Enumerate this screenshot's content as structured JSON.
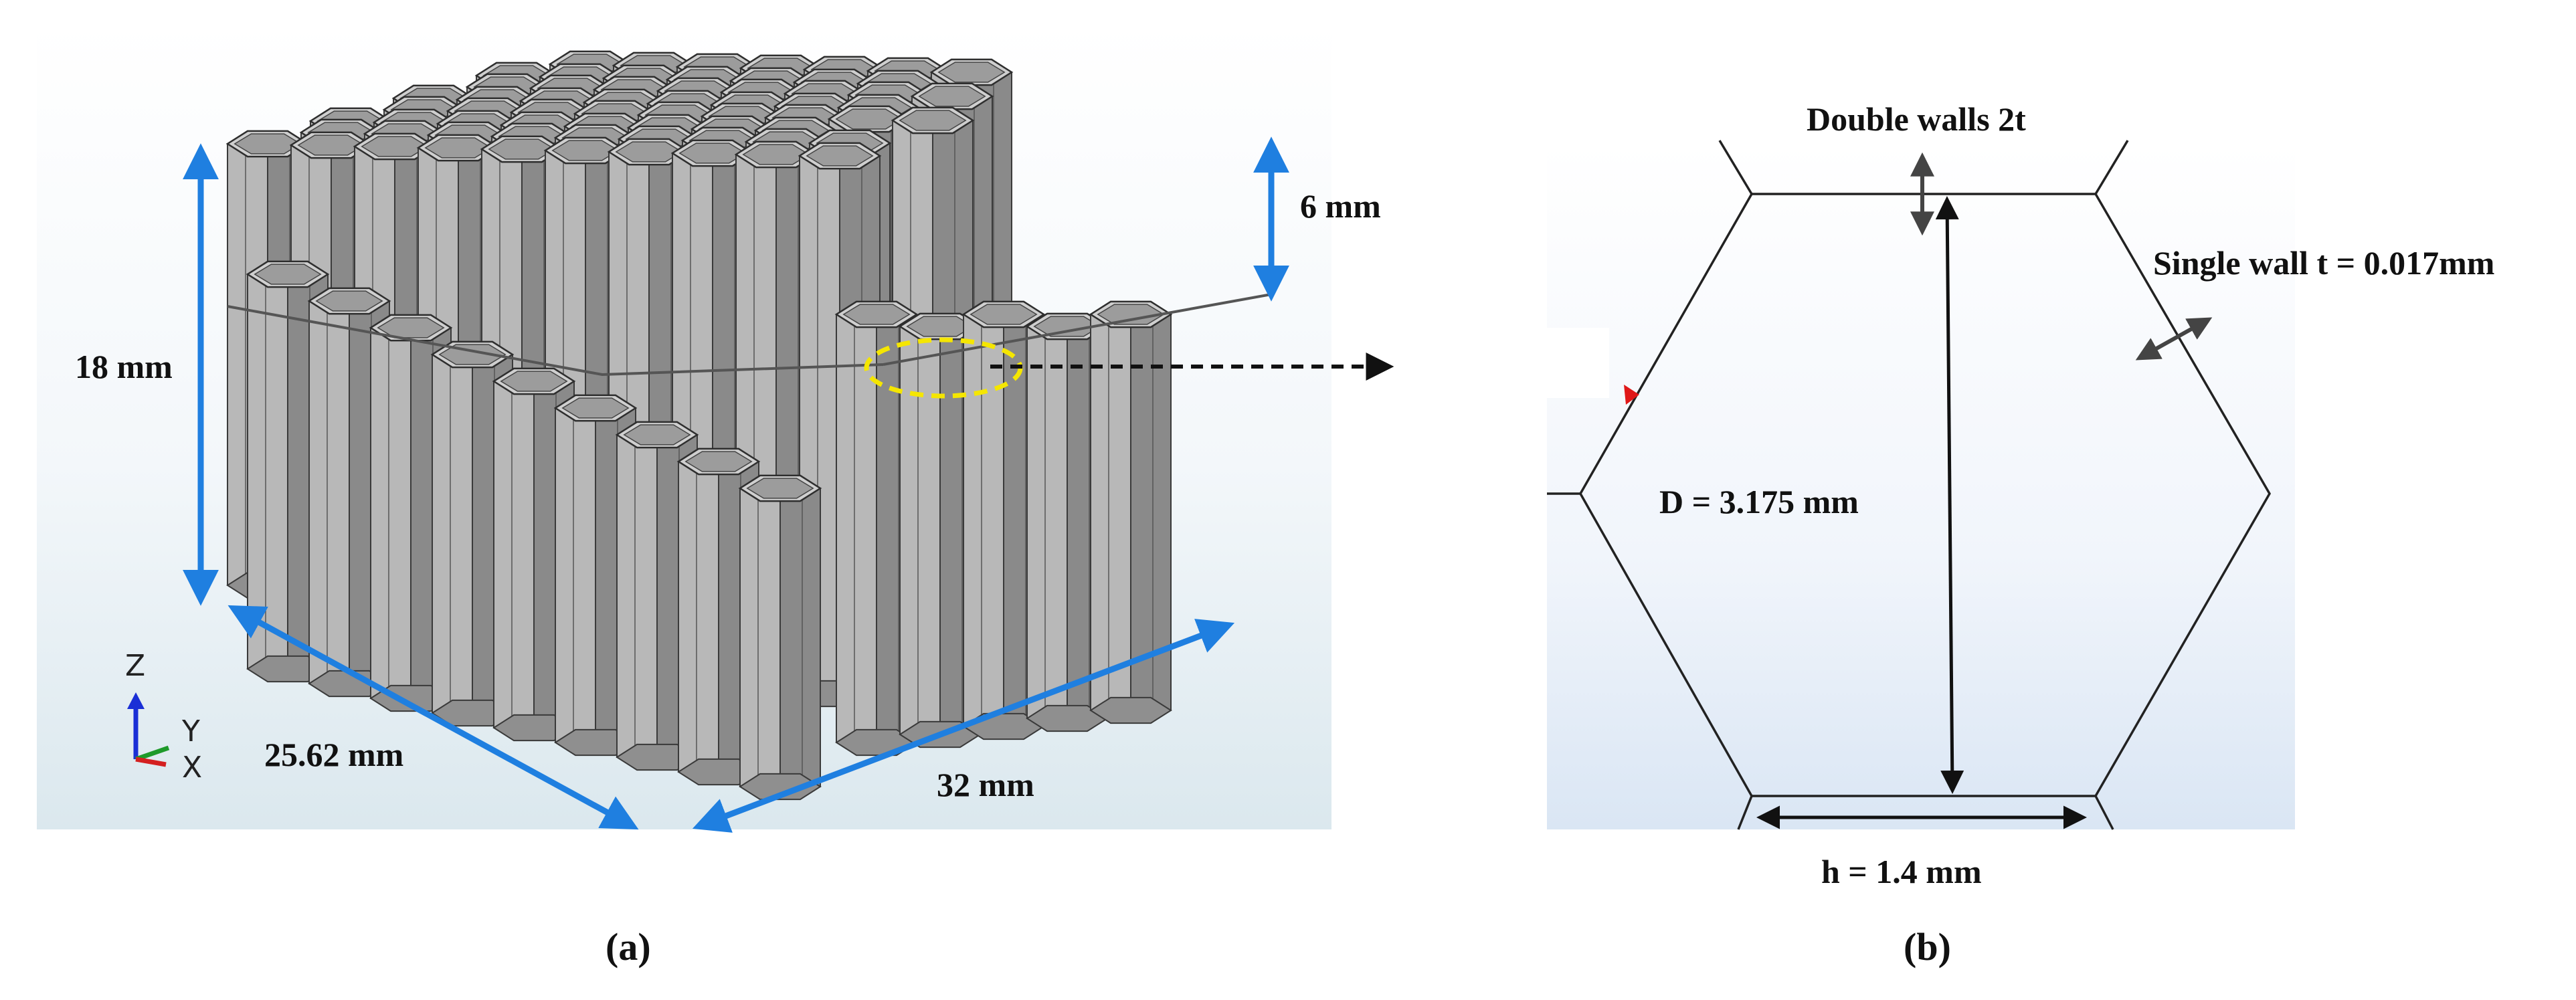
{
  "panel_a": {
    "caption": "(a)",
    "dim_height": "18 mm",
    "dim_depth": "25.62 mm",
    "dim_width": "32 mm",
    "dim_step": "6 mm",
    "triad": {
      "z": "Z",
      "y": "Y",
      "x": "X"
    }
  },
  "panel_b": {
    "caption": "(b)",
    "double_walls": "Double walls 2t",
    "single_wall": "Single wall t = 0.017mm",
    "diameter": "D = 3.175 mm",
    "side": "h = 1.4 mm"
  },
  "colors": {
    "dimension_arrow": "#1f7fe0",
    "cell_face": "#8c8c8c",
    "cell_top": "#bdbdbd",
    "highlight": "#f5e600",
    "background_gradient_top": "#ffffff",
    "background_gradient_bottom": "#dde9f4"
  }
}
